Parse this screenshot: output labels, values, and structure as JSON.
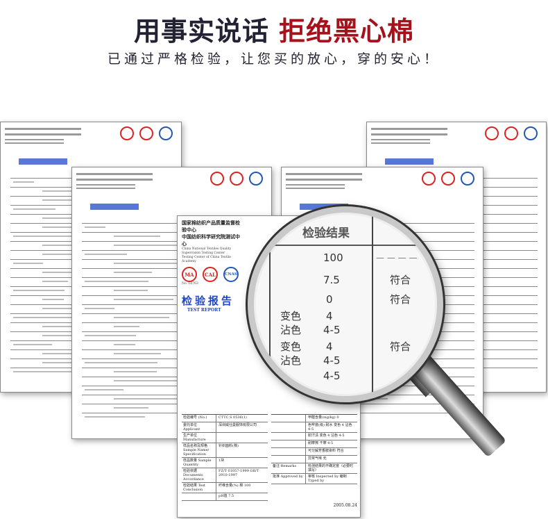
{
  "headline": {
    "part1": "用事实说话",
    "part2": "拒绝黑心棉"
  },
  "subtitle": "已通过严格检验，让您买的放心，穿的安心！",
  "colors": {
    "dark": "#232233",
    "accent": "#a5121b",
    "report_blue": "#1e47c8"
  },
  "report": {
    "org_cn_1": "国家棉纺织产品质量监督检验中心",
    "org_cn_2": "中国纺织科学研究院测试中心",
    "org_en_1": "China National Textiles Quality Supervision Testing Center",
    "org_en_2": "Testing Center of China Textile Academy",
    "logos": [
      "MA",
      "CAL",
      "CNAS"
    ],
    "cnas_no": "No. L0763",
    "title": "检验报告",
    "title_en": "TEST REPORT",
    "rows": [
      {
        "k": "检验编号 (No.)",
        "v": "CTTC S 0536(1)"
      },
      {
        "k": "委托单位 Applicant",
        "v": "深圳威仕曼服饰有限公司"
      },
      {
        "k": "生产单位 Manufacture",
        "v": ""
      },
      {
        "k": "样品名称及规格 Sample Name/ Specification",
        "v": "针织面料(棉)"
      },
      {
        "k": "样品数量 Sample Quantity",
        "v": "1块"
      },
      {
        "k": "检验依据 Documents Accordance",
        "v": "FZ/T 01057-1999  GB/T 2910-1997"
      },
      {
        "k": "检验结果 Test Conclusion",
        "v": "纤维含量(%)  棉 100"
      },
      {
        "k": "",
        "v": "pH值 7.5"
      },
      {
        "k": "",
        "v": "甲醛含量(mg/kg) 0"
      },
      {
        "k": "",
        "v": "色牢度(级) 耐水 变色 4 沾色 4-5"
      },
      {
        "k": "",
        "v": "耐汗渍 变色 4 沾色 4-5"
      },
      {
        "k": "",
        "v": "耐摩擦 干摩 4-5"
      },
      {
        "k": "",
        "v": "可分解芳香胺染料  符合"
      },
      {
        "k": "",
        "v": "异常气味  无"
      },
      {
        "k": "备注 Remarks",
        "v": "检测结果的不确定度（必要时填写）"
      },
      {
        "k": "批准 Approved by",
        "v": "审核 Inspected by   编制 Typed by"
      }
    ],
    "date": "2005.08.24"
  },
  "lens": {
    "header": "检验结果",
    "values": [
      "100",
      "7.5",
      "0",
      "4",
      "4-5",
      "4",
      "4-5",
      "4-5"
    ],
    "labels": [
      "变色",
      "沾色",
      "变色",
      "沾色"
    ],
    "verdicts": [
      "符合",
      "符合",
      "符合"
    ],
    "dashes": "— — — —"
  }
}
